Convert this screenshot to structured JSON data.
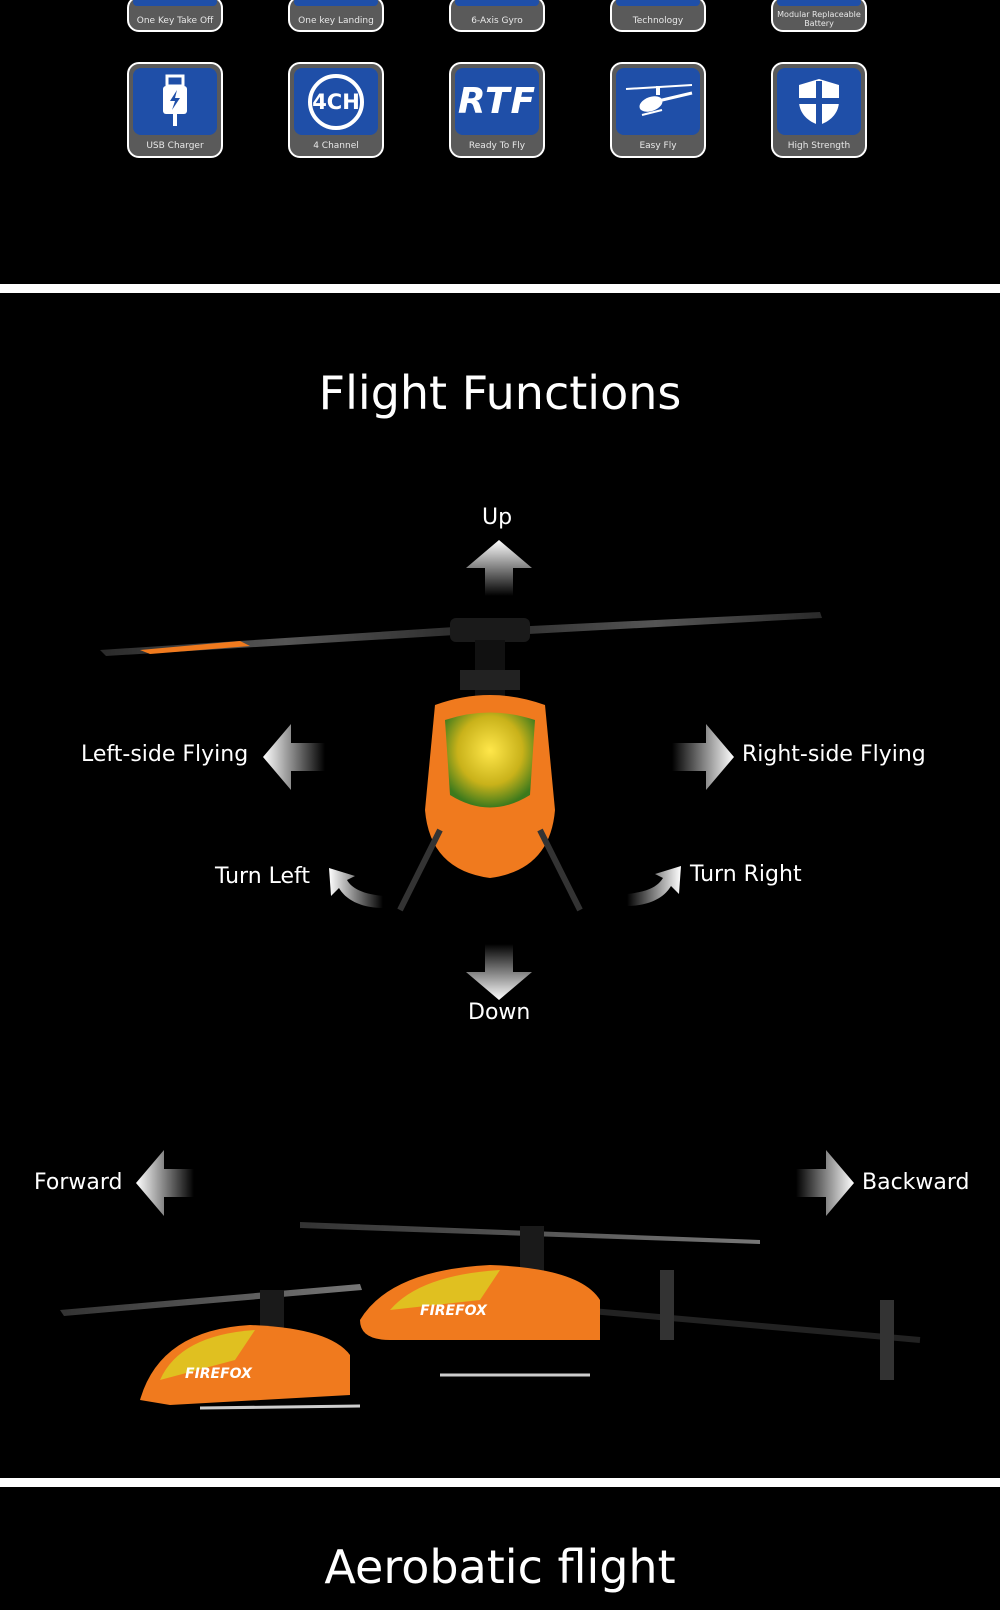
{
  "features_top_row": [
    {
      "label": "One Key Take Off",
      "icon": "takeoff-icon"
    },
    {
      "label": "One key Landing",
      "icon": "landing-icon"
    },
    {
      "label": "6-Axis Gyro",
      "icon": "gyro-icon"
    },
    {
      "label": "Technology",
      "icon": "technology-icon"
    },
    {
      "label": "Modular Replaceable Battery",
      "icon": "battery-icon"
    }
  ],
  "features_bottom_row": [
    {
      "label": "USB Charger",
      "icon": "usb-icon"
    },
    {
      "label": "4 Channel",
      "icon": "4ch-icon",
      "text": "4CH"
    },
    {
      "label": "Ready To Fly",
      "icon": "rtf-icon",
      "text": "RTF"
    },
    {
      "label": "Easy Fly",
      "icon": "helicopter-icon"
    },
    {
      "label": "High Strength",
      "icon": "shield-icon"
    }
  ],
  "flight_functions": {
    "title": "Flight Functions",
    "up": "Up",
    "down": "Down",
    "left_side": "Left-side Flying",
    "right_side": "Right-side Flying",
    "turn_left": "Turn Left",
    "turn_right": "Turn Right",
    "forward": "Forward",
    "backward": "Backward",
    "helicopter_brand": "FIREFOX"
  },
  "aerobatic": {
    "title": "Aerobatic flight"
  },
  "colors": {
    "badge_blue": "#1f4fa8",
    "orange": "#f07a1e",
    "background": "#000000"
  }
}
